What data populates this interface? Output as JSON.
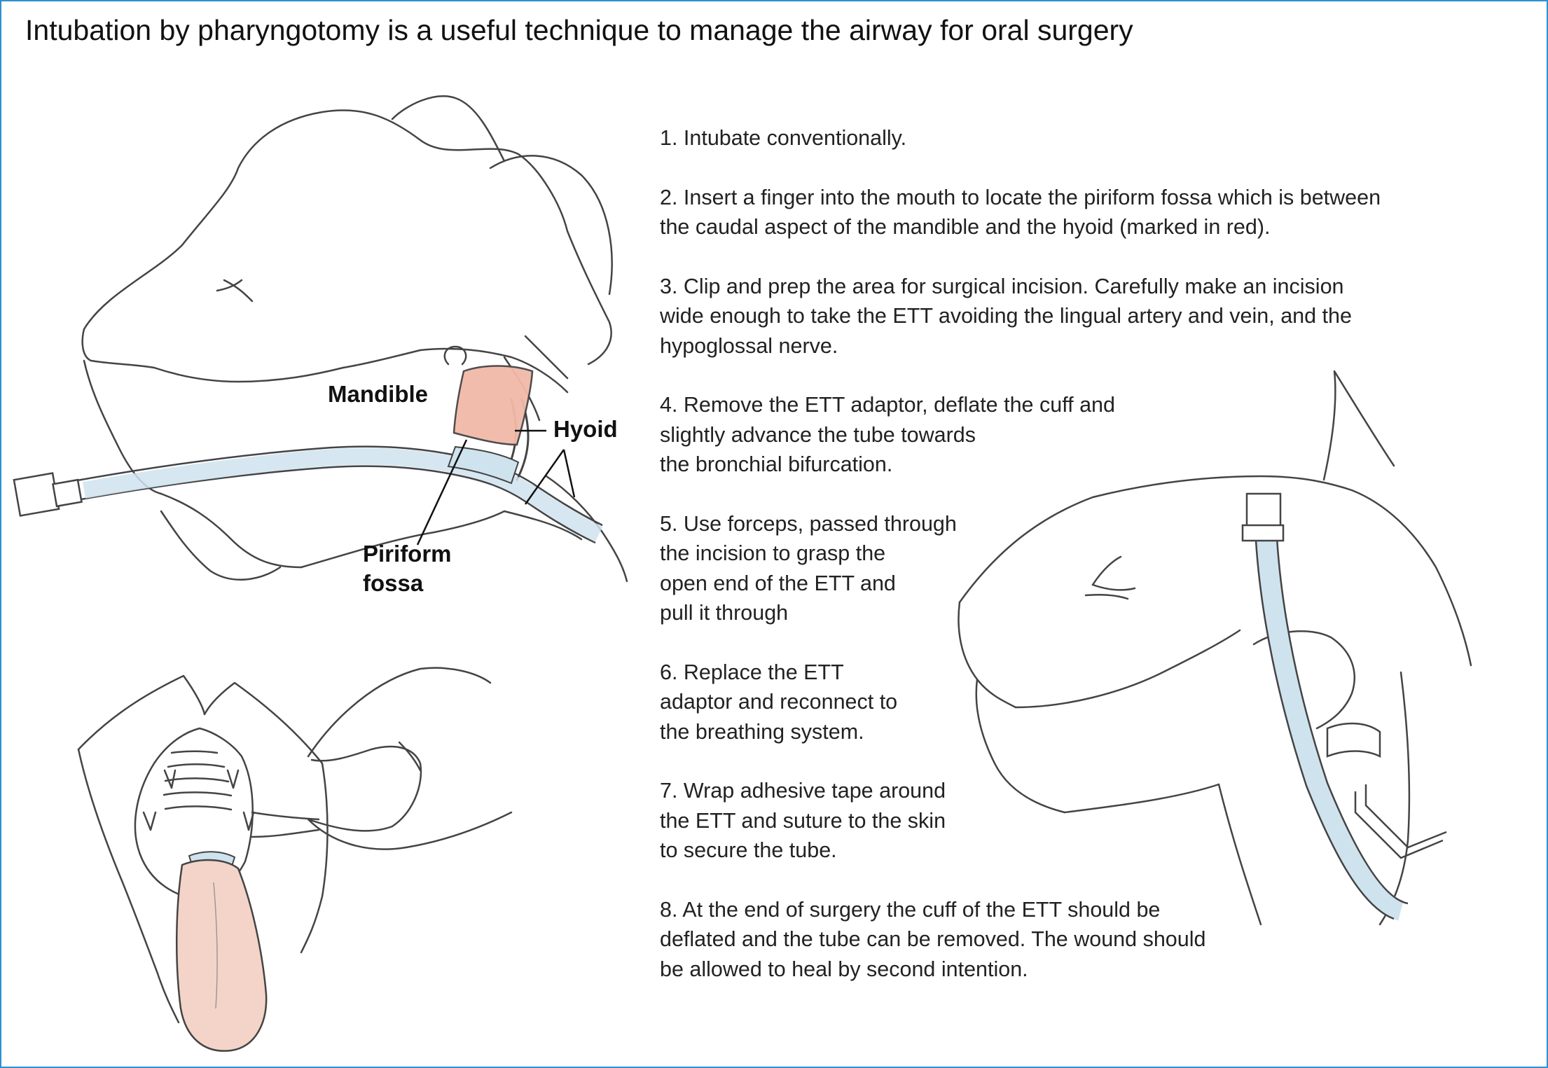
{
  "title": "Intubation by pharyngotomy is a useful technique to manage the airway for oral surgery",
  "labels": {
    "mandible": "Mandible",
    "hyoid": "Hyoid",
    "piriform_line1": "Piriform",
    "piriform_line2": "fossa"
  },
  "steps": [
    [
      "1. Intubate conventionally."
    ],
    [
      "2. Insert a finger into the mouth to locate the piriform fossa which is between",
      "the caudal aspect of the mandible and the hyoid (marked in red)."
    ],
    [
      "3. Clip and prep the area for surgical incision. Carefully make an incision",
      "wide enough to take the ETT avoiding the lingual artery and vein, and the",
      "hypoglossal nerve."
    ],
    [
      "4. Remove the ETT adaptor, deflate the cuff and",
      "slightly advance the tube towards",
      "the bronchial bifurcation."
    ],
    [
      "5. Use forceps, passed through",
      "the incision to grasp the",
      "open end of the ETT and",
      "pull it through"
    ],
    [
      "6. Replace the ETT",
      "adaptor and reconnect to",
      "the breathing system."
    ],
    [
      "7. Wrap adhesive tape around",
      "the ETT and suture to the skin",
      "to secure the tube."
    ],
    [
      "8. At the end of surgery the cuff of the ETT should be",
      "deflated and the tube can be removed. The wound should",
      "be allowed to heal by second intention."
    ]
  ],
  "colors": {
    "border": "#2f8fd0",
    "tube": "#cfe3ee",
    "piriform_fossa": "#f2b9a8",
    "tongue": "#f4d4c8",
    "outline": "#444444"
  }
}
